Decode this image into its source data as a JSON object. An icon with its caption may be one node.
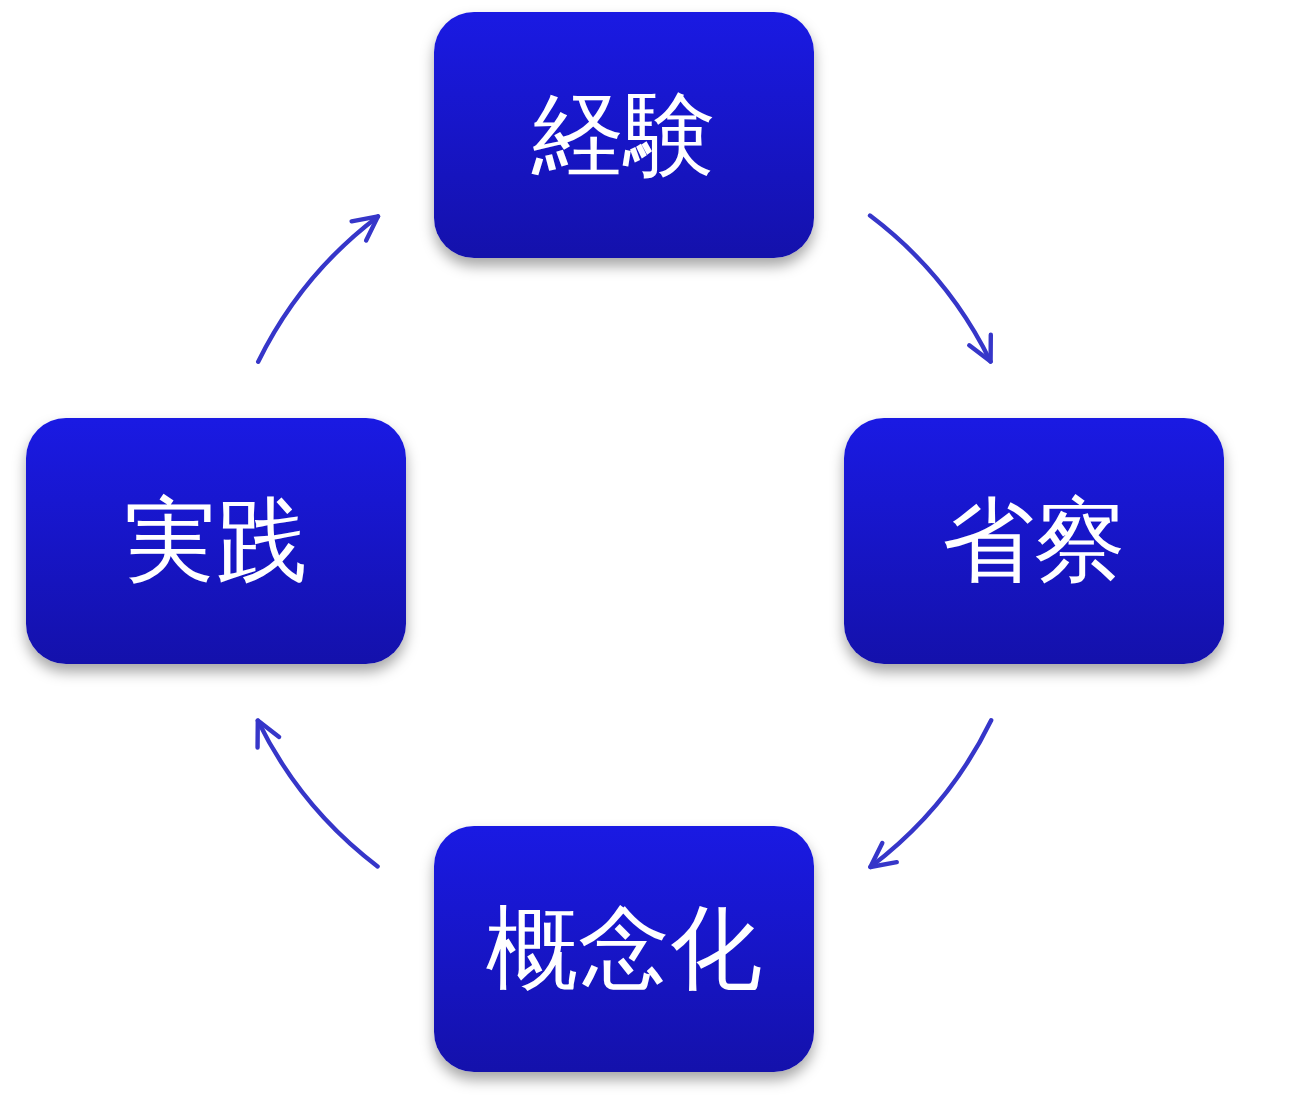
{
  "diagram": {
    "nodes": [
      {
        "text": [
          "経験"
        ]
      },
      {
        "text": [
          "実践"
        ]
      },
      {
        "text": [
          "省察"
        ]
      },
      {
        "text": [
          "概念化"
        ]
      }
    ],
    "edges": [
      {
        "from": 1,
        "to": 0,
        "arrow": "to"
      },
      {
        "from": 0,
        "to": 2,
        "arrow": "to"
      },
      {
        "from": 2,
        "to": 3,
        "arrow": "to"
      },
      {
        "from": 3,
        "to": 1,
        "arrow": "to"
      }
    ]
  }
}
